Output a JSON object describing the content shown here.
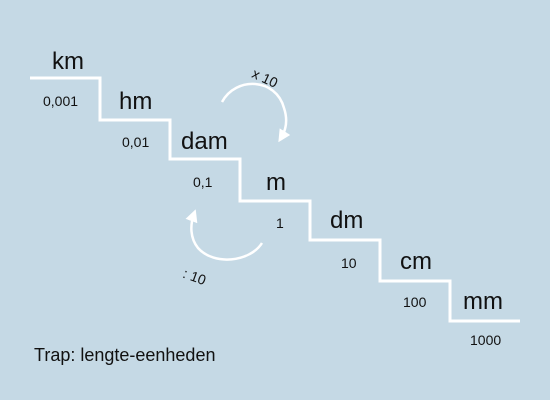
{
  "units": [
    {
      "symbol": "km",
      "value": "0,001"
    },
    {
      "symbol": "hm",
      "value": "0,01"
    },
    {
      "symbol": "dam",
      "value": "0,1"
    },
    {
      "symbol": "m",
      "value": "1"
    },
    {
      "symbol": "dm",
      "value": "10"
    },
    {
      "symbol": "cm",
      "value": "100"
    },
    {
      "symbol": "mm",
      "value": "1000"
    }
  ],
  "operations": {
    "multiply": "x 10",
    "divide": ": 10"
  },
  "caption": "Trap: lengte-eenheden",
  "colors": {
    "background": "#c5d9e5",
    "staircase": "#ffffff",
    "arrows": "#ffffff",
    "text": "#111111"
  }
}
